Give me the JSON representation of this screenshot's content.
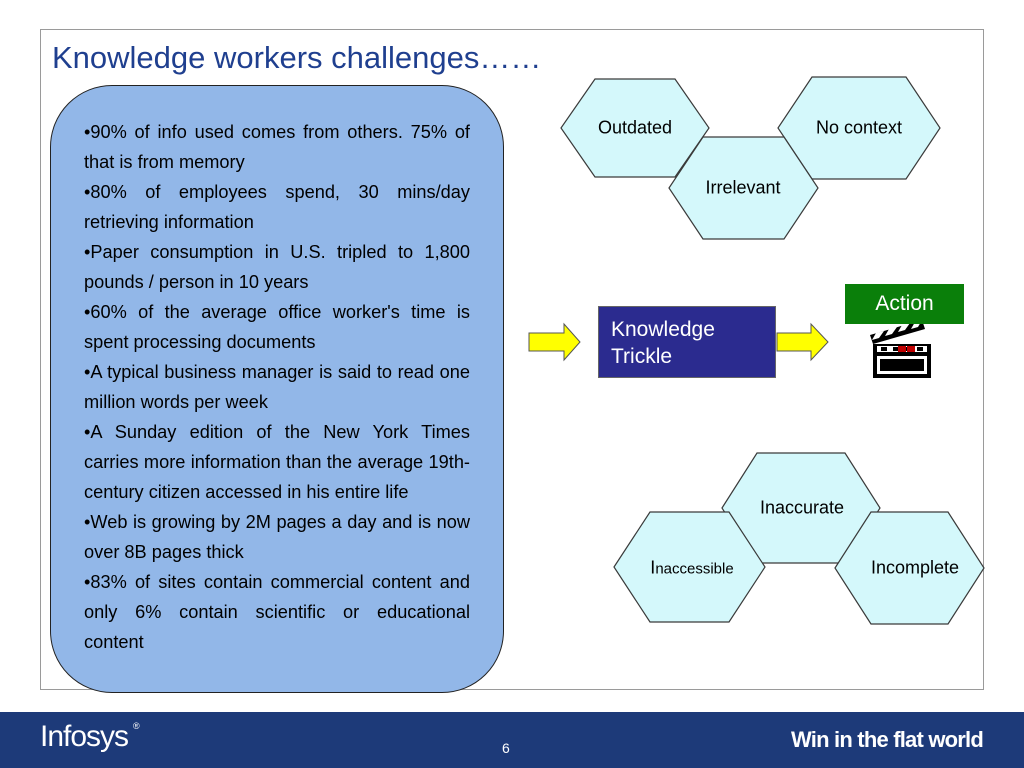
{
  "slide": {
    "title": "Knowledge workers challenges……",
    "facts": [
      "•90% of info used comes from others. 75% of that is from memory",
      "•80% of employees spend, 30 mins/day retrieving information",
      "•Paper consumption in U.S. tripled to 1,800 pounds / person in 10 years",
      "•60% of the average office worker's time is spent processing documents",
      "•A typical business manager is said to read one million words per week",
      "•A Sunday edition of the New York Times carries more information than the average 19th-century citizen accessed in his entire life",
      "•Web is growing by 2M pages a day and is now over 8B pages thick",
      "•83% of sites contain commercial content and only 6% contain scientific or educational content"
    ]
  },
  "diagram": {
    "top_hexagons": [
      "Outdated",
      "No context",
      "Irrelevant"
    ],
    "bottom_hexagons": {
      "inaccurate": "Inaccurate",
      "inaccessible_initial": "I",
      "inaccessible_rest": "naccessible",
      "incomplete": "Incomplete"
    },
    "knowledge_line1": "Knowledge",
    "knowledge_line2": "Trickle",
    "action": "Action",
    "icons": {
      "arrow": "right-arrow-icon",
      "clapperboard": "clapperboard-icon"
    },
    "colors": {
      "hexagon_fill": "#d4f8fb",
      "arrow_fill": "#ffff00",
      "knowledge_fill": "#2b2b8f",
      "action_fill": "#0a7f0a",
      "facts_fill": "#92b7e8"
    }
  },
  "footer": {
    "logo": "Infosys",
    "logo_mark": "®",
    "page": "6",
    "tagline": "Win in the flat world",
    "color": "#1d3a79"
  }
}
